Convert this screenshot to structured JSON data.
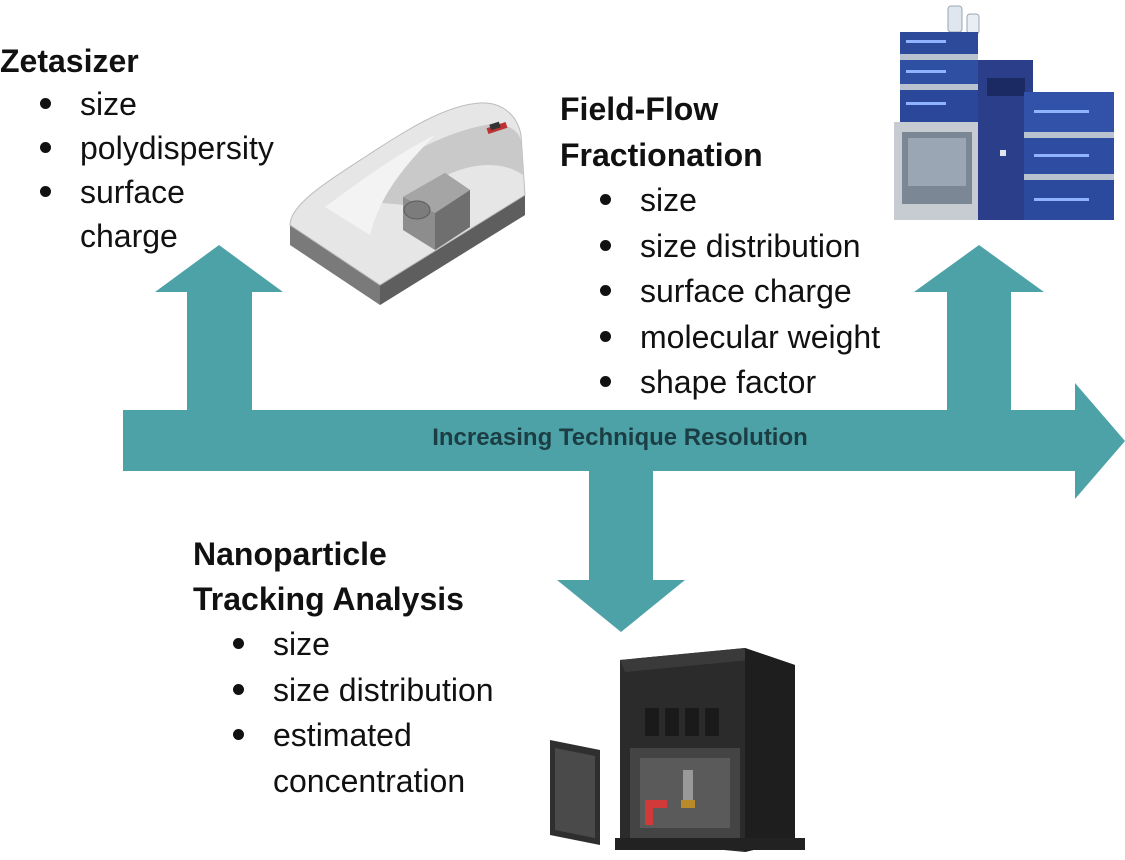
{
  "colors": {
    "arrow": "#4da2a8",
    "text": "#111111",
    "arrow_label": "#1b3e44"
  },
  "axis": {
    "label": "Increasing Technique Resolution"
  },
  "techniques": {
    "zetasizer": {
      "title": "Zetasizer",
      "properties": [
        "size",
        "polydispersity",
        "surface",
        "charge"
      ]
    },
    "fff": {
      "title_line1": "Field-Flow",
      "title_line2": "Fractionation",
      "properties": [
        "size",
        "size distribution",
        "surface charge",
        "molecular weight",
        "shape factor"
      ]
    },
    "nta": {
      "title_line1": "Nanoparticle",
      "title_line2": "Tracking Analysis",
      "properties": [
        "size",
        "size distribution",
        "estimated",
        "concentration"
      ]
    }
  }
}
